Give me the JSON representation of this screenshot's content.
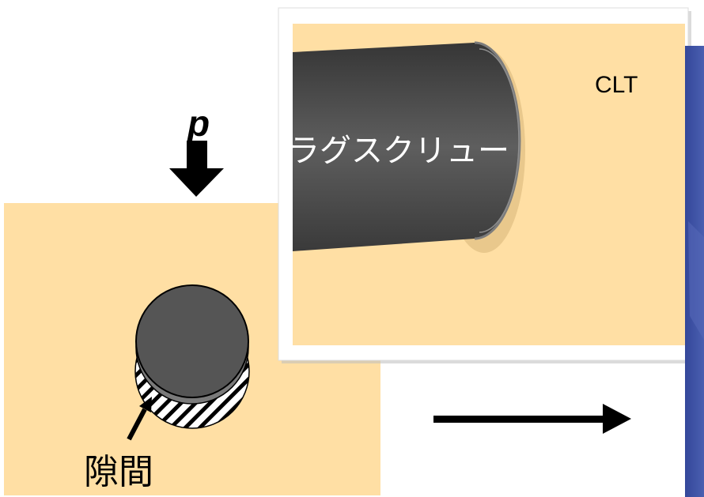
{
  "diagram": {
    "load_label": "p",
    "gap_label": "隙間",
    "screw_label": "ラグスクリュー",
    "material_label": "CLT"
  },
  "colors": {
    "wood": "#FFDFA4",
    "screw": "#555555",
    "side_panel": "#3B4E9F",
    "arrow": "#000000"
  }
}
